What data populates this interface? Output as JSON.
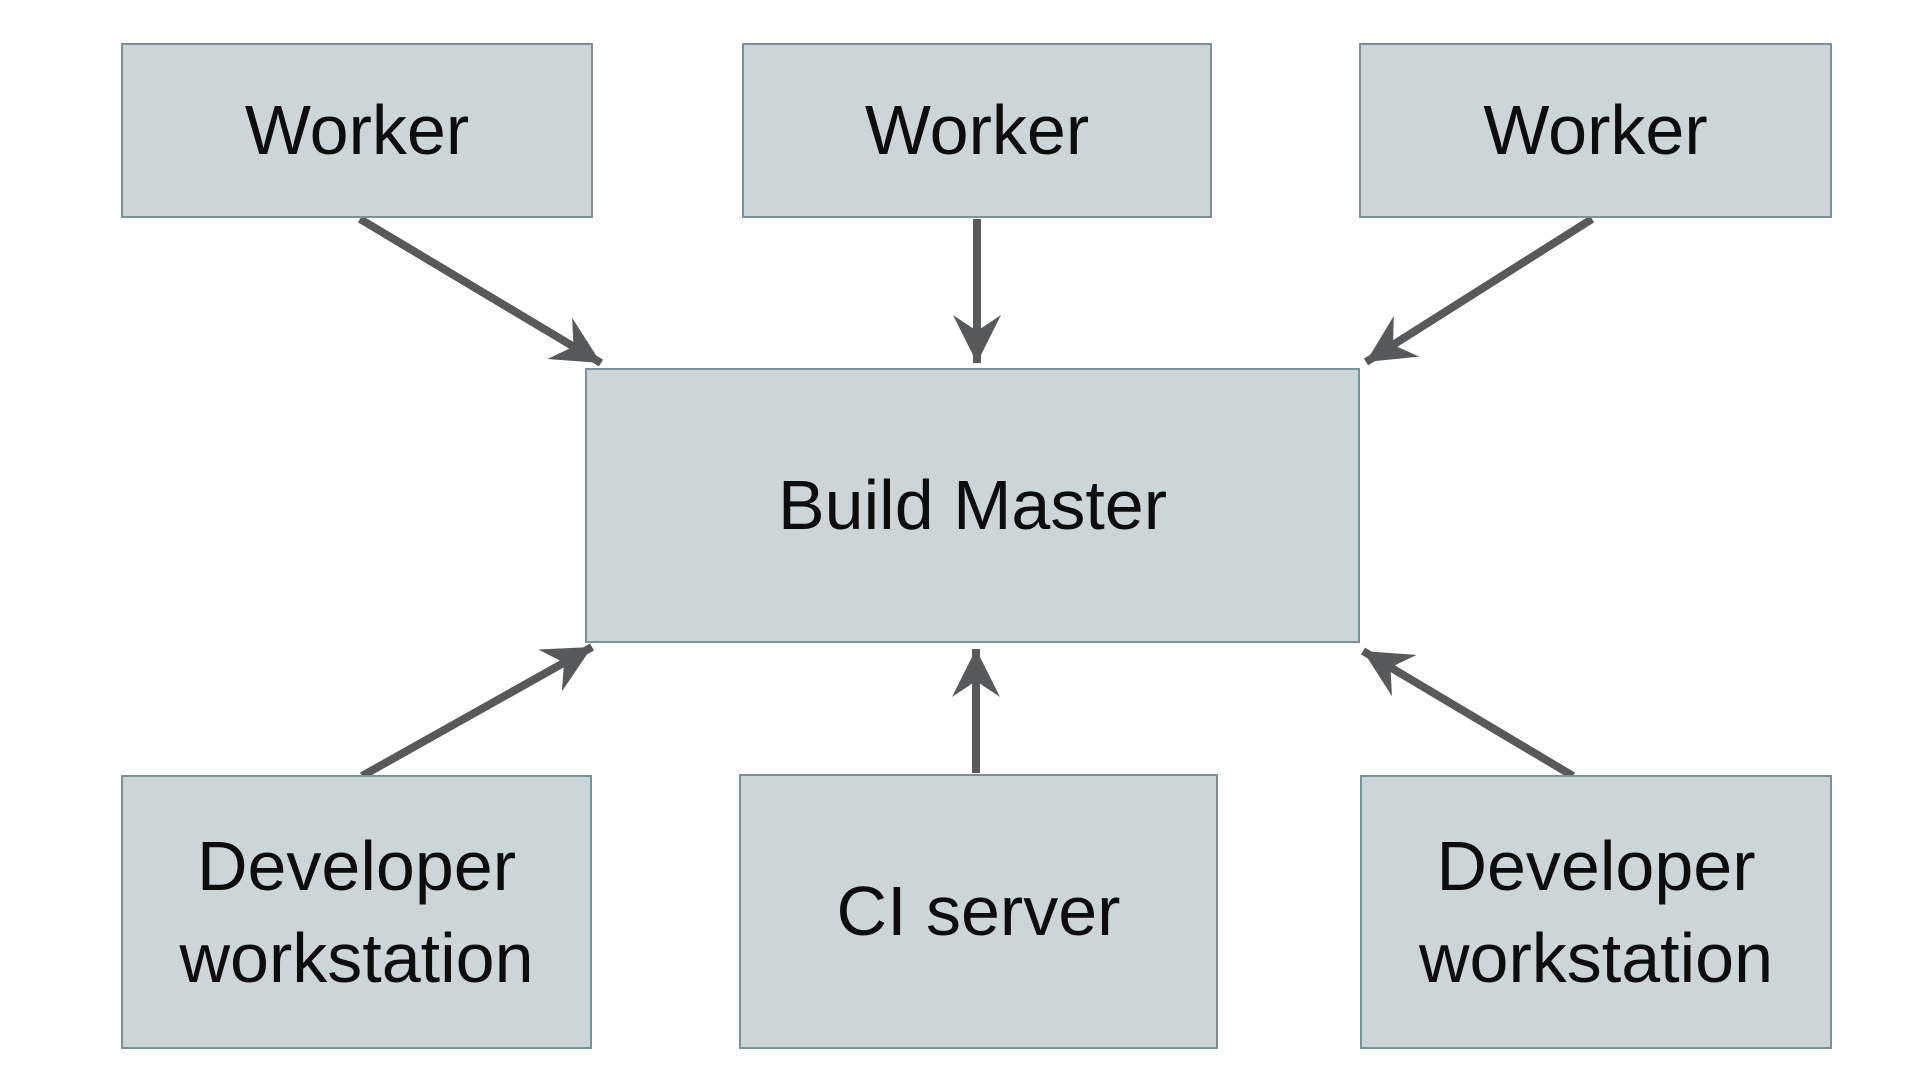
{
  "diagram": {
    "title": "",
    "nodes": {
      "worker_left": {
        "label": "Worker"
      },
      "worker_middle": {
        "label": "Worker"
      },
      "worker_right": {
        "label": "Worker"
      },
      "build_master": {
        "label": "Build Master"
      },
      "developer_workstation_left": {
        "label": "Developer workstation"
      },
      "ci_server": {
        "label": "CI server"
      },
      "developer_workstation_right": {
        "label": "Developer workstation"
      }
    },
    "edges": [
      {
        "from": "worker_left",
        "to": "build_master",
        "direction": "into-top-left"
      },
      {
        "from": "worker_middle",
        "to": "build_master",
        "direction": "into-top-center"
      },
      {
        "from": "worker_right",
        "to": "build_master",
        "direction": "into-top-right"
      },
      {
        "from": "developer_workstation_left",
        "to": "build_master",
        "direction": "into-bottom-left"
      },
      {
        "from": "ci_server",
        "to": "build_master",
        "direction": "into-bottom-center"
      },
      {
        "from": "developer_workstation_right",
        "to": "build_master",
        "direction": "into-bottom-right"
      }
    ]
  },
  "colors": {
    "background": "#ffffff",
    "box_fill": "#ccd6d9",
    "box_border": "#7b929b",
    "arrow": "#58595b",
    "text": "#0d0d0d"
  }
}
